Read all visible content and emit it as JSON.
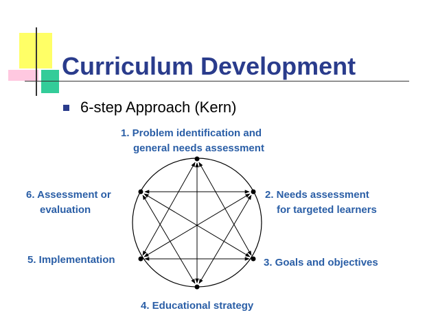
{
  "slide": {
    "title": "Curriculum Development",
    "bullet": "6-step Approach (Kern)"
  },
  "diagram": {
    "steps": [
      {
        "id": 1,
        "lines": [
          "1. Problem identification and",
          "general needs assessment"
        ]
      },
      {
        "id": 2,
        "lines": [
          "2. Needs assessment",
          "for targeted learners"
        ]
      },
      {
        "id": 3,
        "lines": [
          "3. Goals and objectives"
        ]
      },
      {
        "id": 4,
        "lines": [
          "4. Educational strategy"
        ]
      },
      {
        "id": 5,
        "lines": [
          "5. Implementation"
        ]
      },
      {
        "id": 6,
        "lines": [
          "6. Assessment or",
          "evaluation"
        ]
      }
    ]
  },
  "colors": {
    "title": "#2a3c8c",
    "label": "#2a5ea6",
    "deco_yellow": "#ffff66",
    "deco_green": "#33cc99",
    "deco_pink": "#ff99cc"
  }
}
